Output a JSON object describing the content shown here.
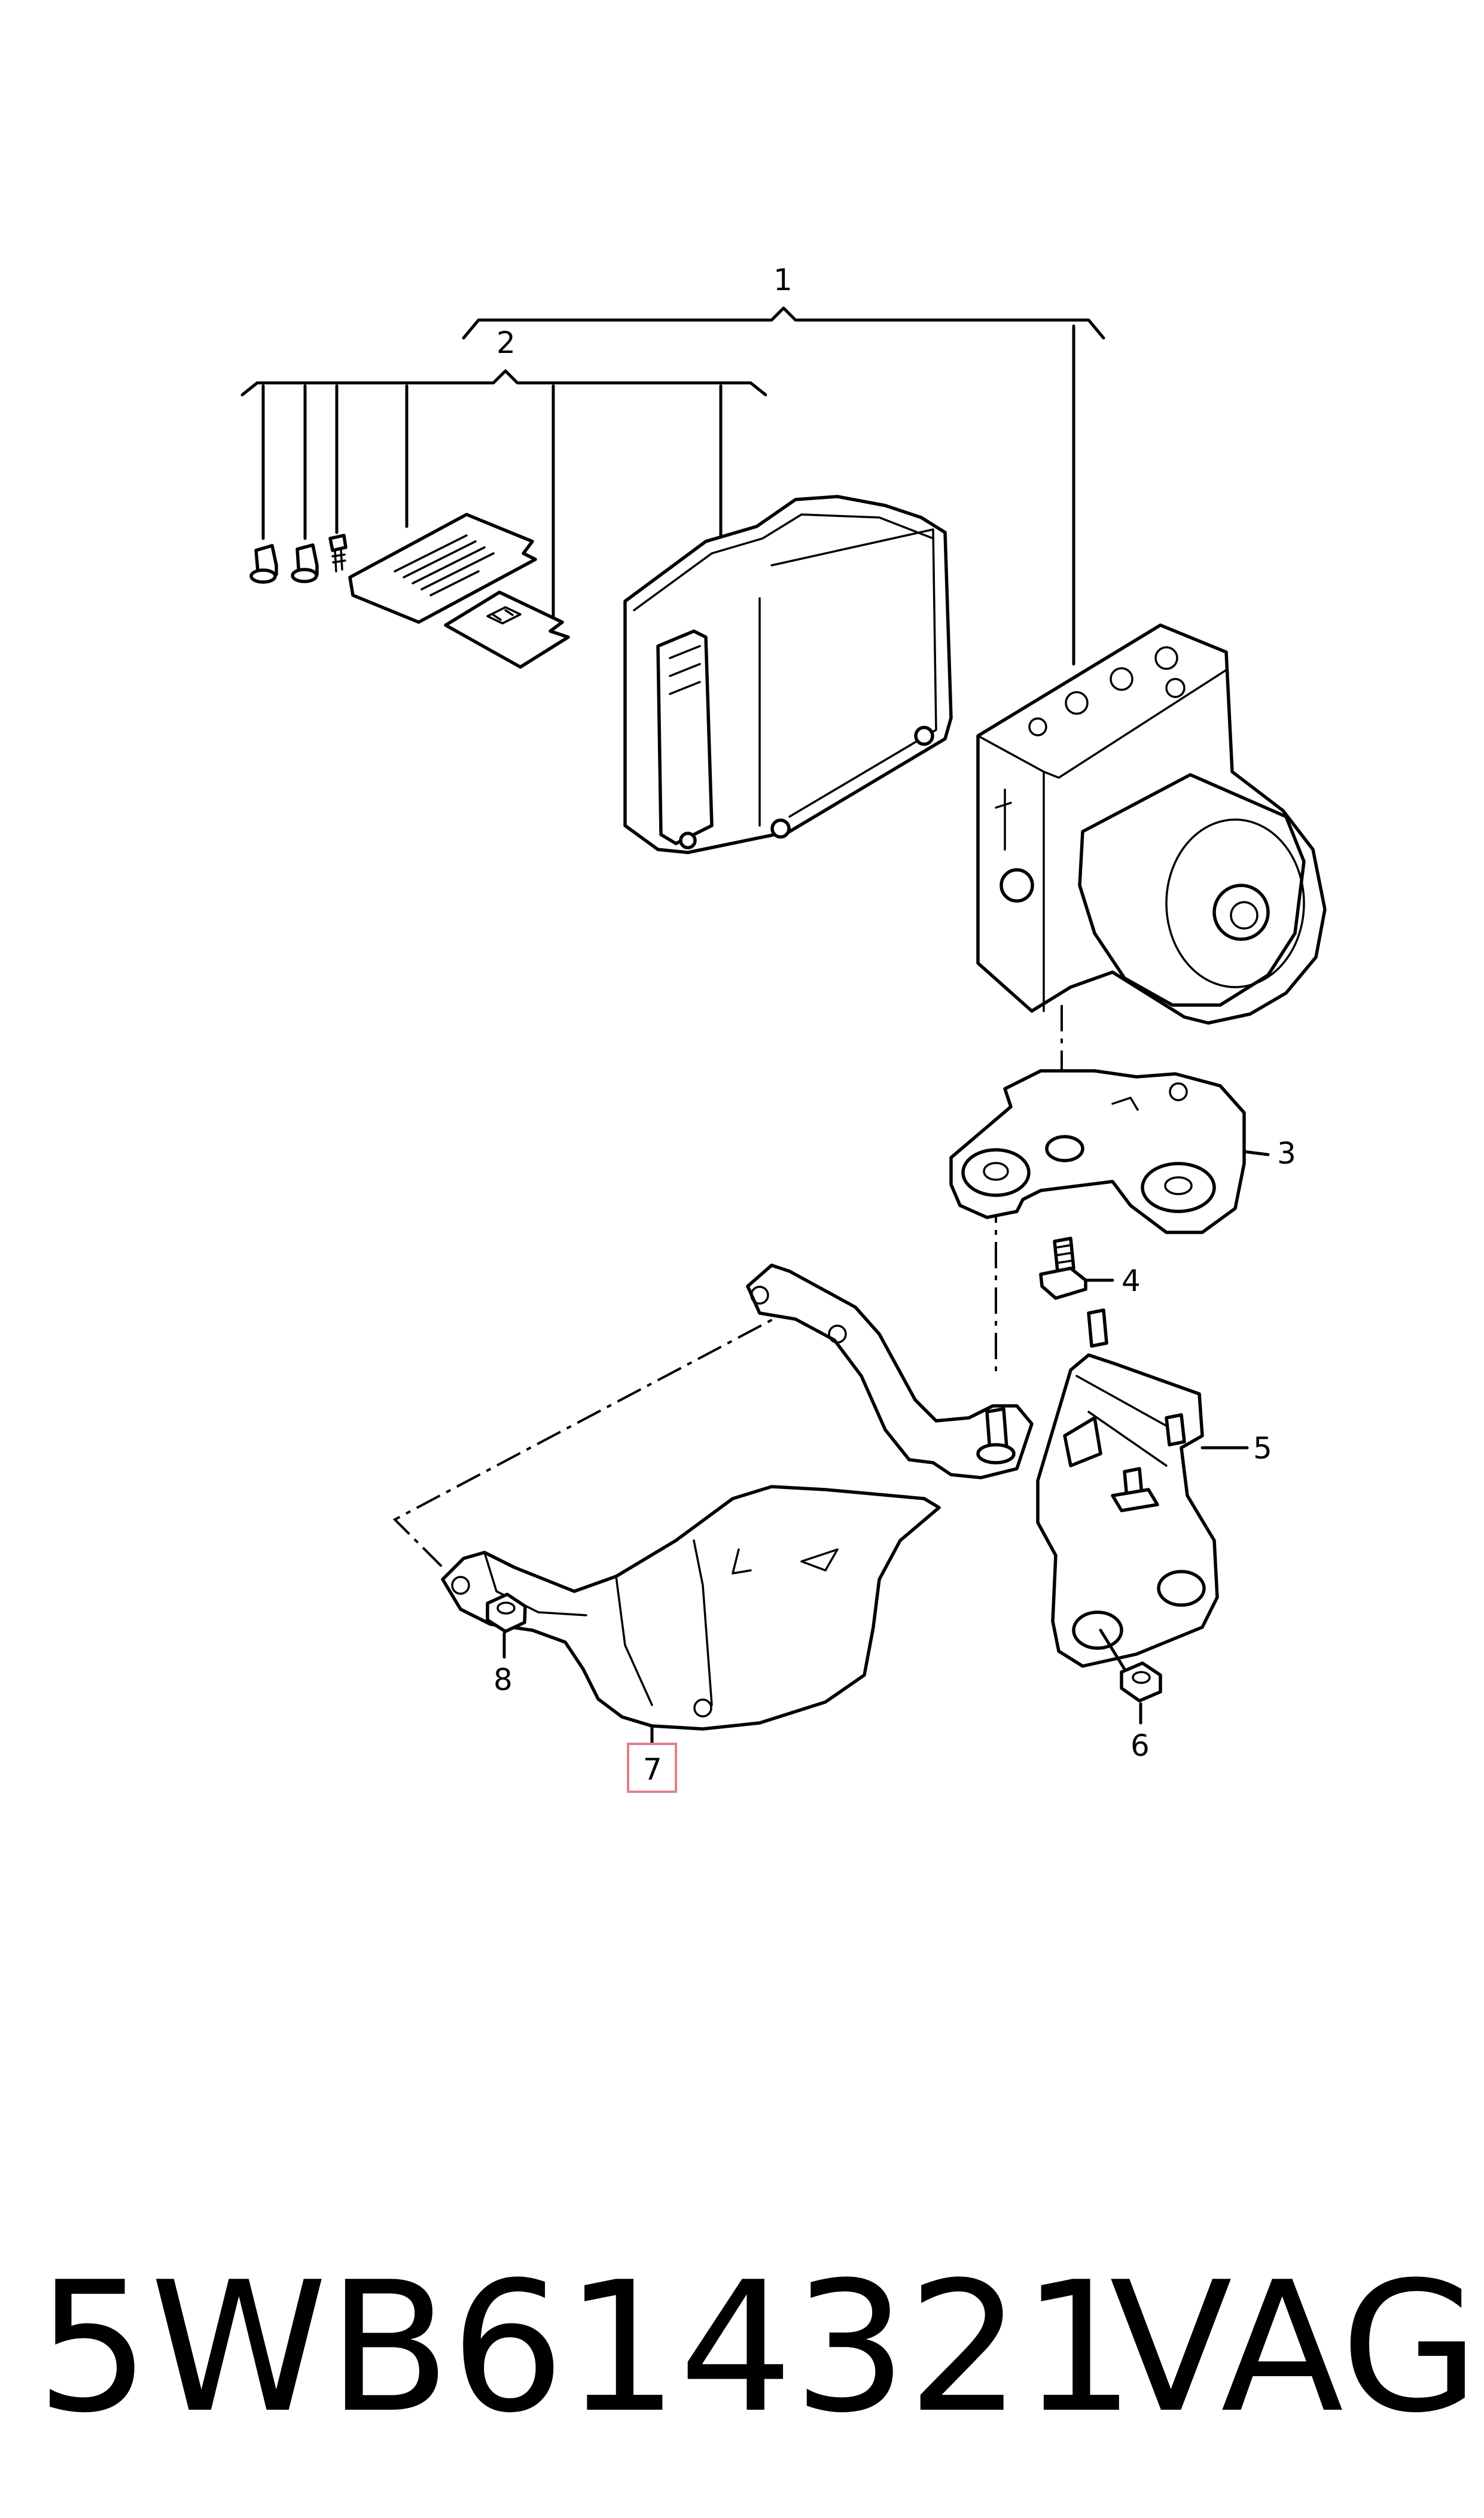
{
  "diagram": {
    "callouts": {
      "c1": "1",
      "c2": "2",
      "c3": "3",
      "c4": "4",
      "c5": "5",
      "c6": "6",
      "c7": "7",
      "c8": "8"
    },
    "highlight_color": "#e0808a"
  },
  "footer": {
    "part_number": "5WB614321",
    "brand": "VAG"
  }
}
